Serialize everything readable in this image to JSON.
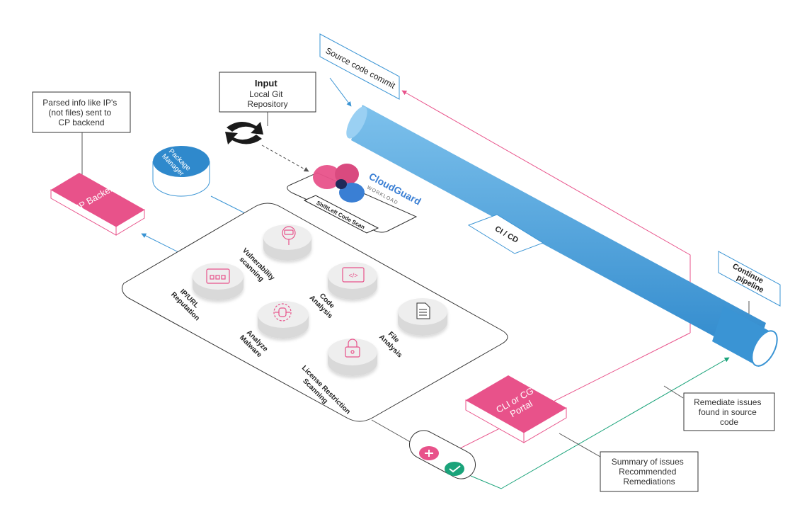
{
  "callouts": {
    "source_commit": "Source code commit",
    "input": [
      "Input",
      "Local Git",
      "Repository"
    ],
    "parsed_info": [
      "Parsed info like IP's",
      "(not files) sent to",
      "CP backend"
    ],
    "continue_pipeline": [
      "Continue",
      "pipeline"
    ],
    "remediate": [
      "Remediate issues",
      "found in source",
      "code"
    ],
    "summary": [
      "Summary of issues",
      "Recommended",
      "Remediations"
    ]
  },
  "nodes": {
    "cp_backend": "CP Backend",
    "package_manager": [
      "Package",
      "Manager"
    ],
    "cicd": "CI / CD",
    "cli_portal": [
      "CLI or CG",
      "Portal"
    ]
  },
  "brand": {
    "name": "CloudGuard",
    "sub": "WORKLOAD",
    "scan_label": "ShiftLeft Code Scan"
  },
  "scans": {
    "vulnerability": [
      "Vulnerability",
      "scanning"
    ],
    "ip_url": [
      "IP/URL",
      "Reputation"
    ],
    "code": [
      "Code",
      "Analysis"
    ],
    "malware": [
      "Analyze",
      "Malware"
    ],
    "file": [
      "File",
      "Analysis"
    ],
    "license": [
      "License Restriction",
      "Scanning"
    ]
  },
  "icons": {
    "fail": "x-icon",
    "pass": "check-icon",
    "github": "github-icon"
  },
  "colors": {
    "pink": "#e8528a",
    "blue": "#3a94d4",
    "teal": "#1aa37a",
    "dark": "#333333"
  }
}
